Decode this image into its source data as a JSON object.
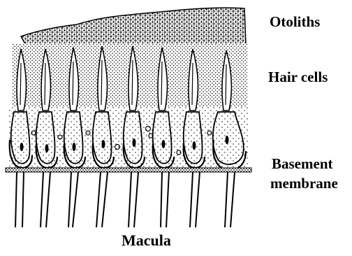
{
  "figure": {
    "title": "Macula",
    "labels": {
      "otoliths": "Otoliths",
      "hair_cells": "Hair cells",
      "basement_line1": "Basement",
      "basement_line2": "membrane"
    }
  },
  "colors": {
    "ink": "#000000",
    "background": "#ffffff"
  }
}
